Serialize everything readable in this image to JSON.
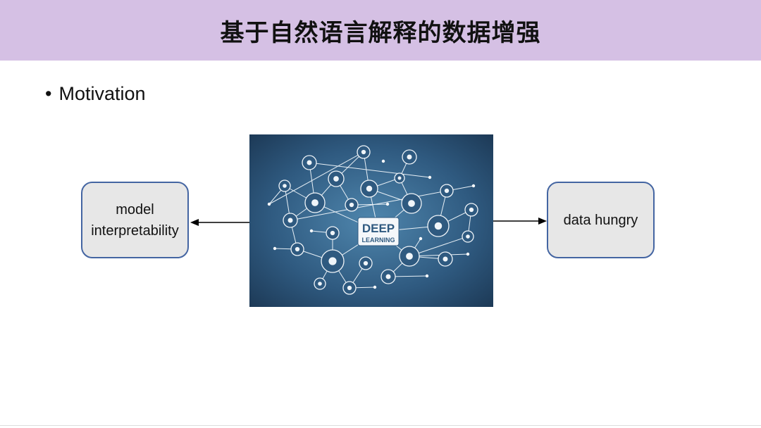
{
  "header": {
    "title": "基于自然语言解释的数据增强"
  },
  "bullet": {
    "text": "Motivation"
  },
  "left_box": {
    "line1": "model",
    "line2": "interpretability"
  },
  "right_box": {
    "text": "data hungry"
  },
  "image": {
    "line1": "DEEP",
    "line2": "LEARNING"
  },
  "colors": {
    "header": "#d5c0e4",
    "box_fill": "#e7e7e7",
    "box_border": "#4465a2",
    "image_bg": "#2f5a80"
  }
}
